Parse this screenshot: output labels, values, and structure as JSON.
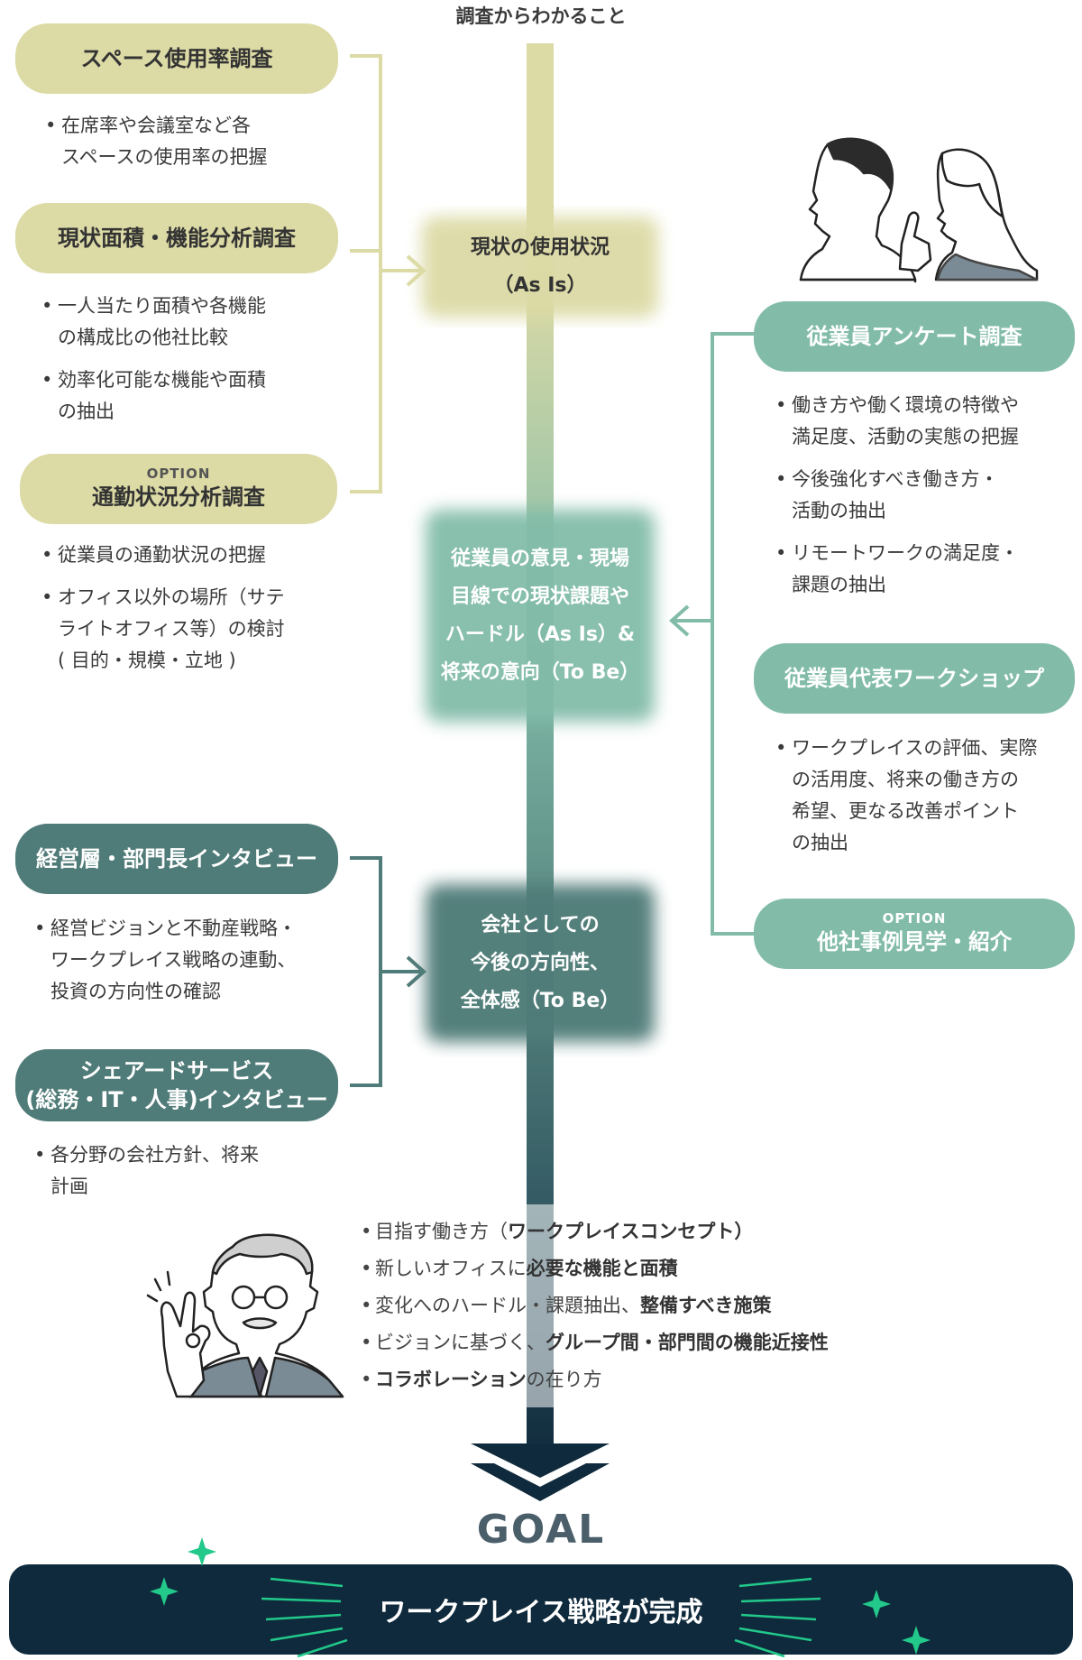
{
  "header": "調査からわかること",
  "left_pills": [
    {
      "option": "",
      "title": "スペース使用率調査"
    },
    {
      "option": "",
      "title": "現状面積・機能分析調査"
    },
    {
      "option": "OPTION",
      "title": "通勤状況分析調査"
    },
    {
      "option": "",
      "title": "経営層・部門長インタビュー"
    },
    {
      "option": "",
      "title": "シェアードサービス\n(総務・IT・人事)インタビュー"
    }
  ],
  "left_bullets": [
    [
      "在席率や会議室など各\nスペースの使用率の把握"
    ],
    [
      "一人当たり面積や各機能\nの構成比の他社比較",
      "効率化可能な機能や面積\nの抽出"
    ],
    [
      "従業員の通勤状況の把握",
      "オフィス以外の場所（サテ\nライトオフィス等）の検討\n( 目的・規模・立地 )"
    ],
    [
      "経営ビジョンと不動産戦略・\nワークプレイス戦略の連動、\n投資の方向性の確認"
    ],
    [
      "各分野の会社方針、将来\n計画"
    ]
  ],
  "right_pills": [
    {
      "option": "",
      "title": "従業員アンケート調査"
    },
    {
      "option": "",
      "title": "従業員代表ワークショップ"
    },
    {
      "option": "OPTION",
      "title": "他社事例見学・紹介"
    }
  ],
  "right_bullets": [
    [
      "働き方や働く環境の特徴や\n満足度、活動の実態の把握",
      "今後強化すべき働き方・\n活動の抽出",
      "リモートワークの満足度・\n課題の抽出"
    ],
    [
      "ワークプレイスの評価、実際\nの活用度、将来の働き方の\n希望、更なる改善ポイント\nの抽出"
    ]
  ],
  "center_boxes": [
    {
      "lines": [
        "現状の使用状況",
        "（As Is）"
      ]
    },
    {
      "lines": [
        "従業員の意見・現場",
        "目線での現状課題や",
        "ハードル（As Is）&",
        "将来の意向（To Be）"
      ]
    },
    {
      "lines": [
        "会社としての",
        "今後の方向性、",
        "全体感（To Be）"
      ]
    }
  ],
  "results": [
    {
      "plain": "目指す働き方（",
      "bold": "ワークプレイスコンセプト）",
      "tail": ""
    },
    {
      "plain": "新しいオフィスに",
      "bold": "必要な機能と面積",
      "tail": ""
    },
    {
      "plain": "変化へのハードル・課題抽出、",
      "bold": "整備すべき施策",
      "tail": ""
    },
    {
      "plain": "ビジョンに基づく、",
      "bold": "グループ間・部門間の機能近接性",
      "tail": ""
    },
    {
      "plain": "",
      "bold": "コラボレーション",
      "tail": "の在り方"
    }
  ],
  "goal_label": "GOAL",
  "goal_banner": "ワークプレイス戦略が完成",
  "colors": {
    "olive": "#dcdaa5",
    "teal": "#82bca9",
    "dark_teal": "#4f7b78",
    "navy": "#0f2a3c",
    "sparkle": "#22c98a"
  }
}
